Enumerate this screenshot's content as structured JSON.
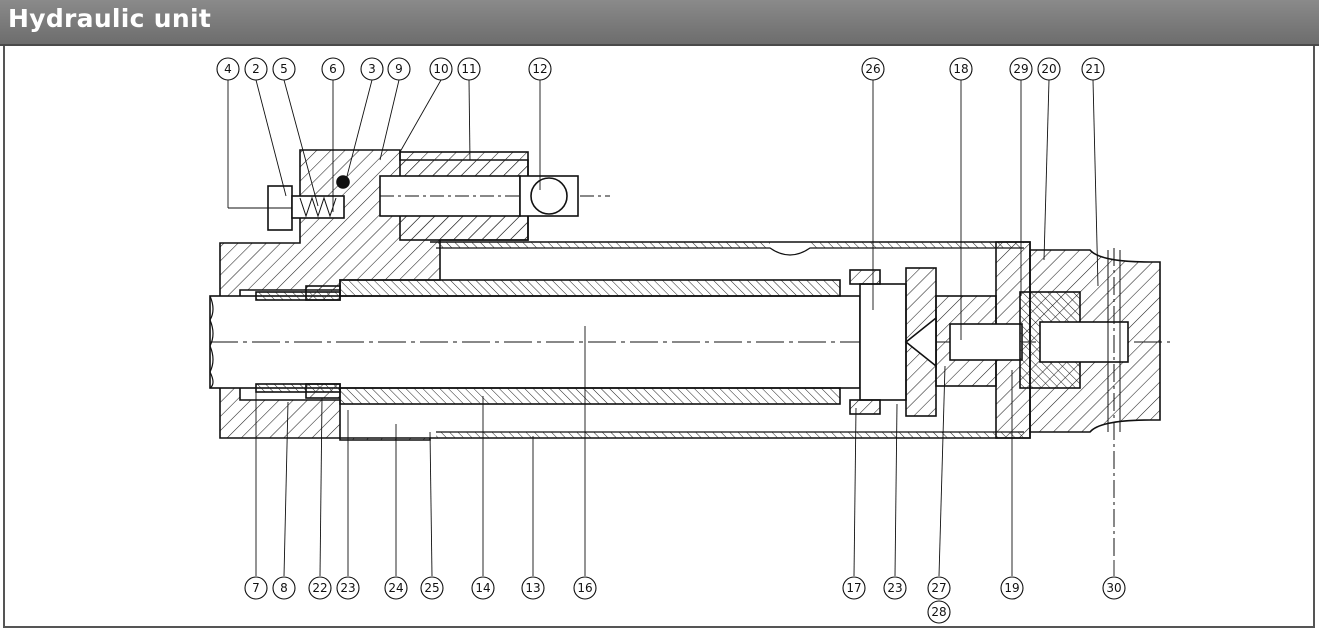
{
  "header": {
    "title": "Hydraulic unit"
  },
  "colors": {
    "header_bg": "#7a7a7a",
    "ink": "#111111"
  },
  "callouts_top": [
    "4",
    "2",
    "5",
    "6",
    "3",
    "9",
    "10",
    "11",
    "12",
    "26",
    "18",
    "29",
    "20",
    "21"
  ],
  "callouts_bottom": [
    "7",
    "8",
    "22",
    "23",
    "24",
    "25",
    "14",
    "13",
    "16",
    "17",
    "23",
    "27",
    "28",
    "19",
    "30"
  ]
}
